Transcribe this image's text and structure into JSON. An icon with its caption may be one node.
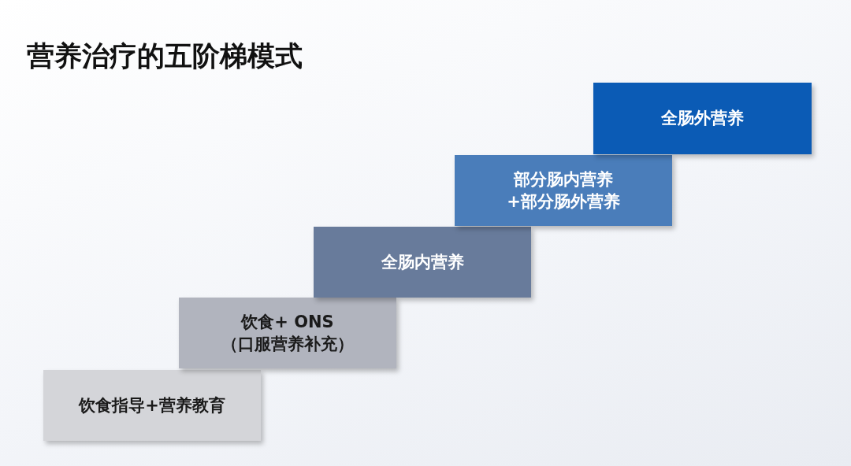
{
  "diagram": {
    "title": "营养治疗的五阶梯模式",
    "nodes": [
      {
        "text": [
          "饮食指导+营养教育"
        ]
      },
      {
        "text": [
          "饮食+ ONS",
          "（口服营养补充）"
        ]
      },
      {
        "text": [
          "全肠内营养"
        ]
      },
      {
        "text": [
          "部分肠内营养+部分肠外营养"
        ]
      },
      {
        "text": [
          "全肠外营养"
        ]
      }
    ]
  }
}
